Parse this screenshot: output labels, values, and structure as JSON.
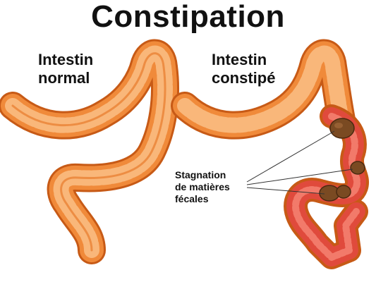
{
  "title": "Constipation",
  "labels": {
    "normal_line1": "Intestin",
    "normal_line2": "normal",
    "constipe_line1": "Intestin",
    "constipe_line2": "constipé",
    "stag_line1": "Stagnation",
    "stag_line2": "de matières",
    "stag_line3": "fécales"
  },
  "colors": {
    "intestine_fill": "#f08a3a",
    "intestine_dark": "#c75a16",
    "intestine_light": "#f9b77a",
    "interior_red": "#e04a3c",
    "feces_brown": "#7a4a22"
  }
}
